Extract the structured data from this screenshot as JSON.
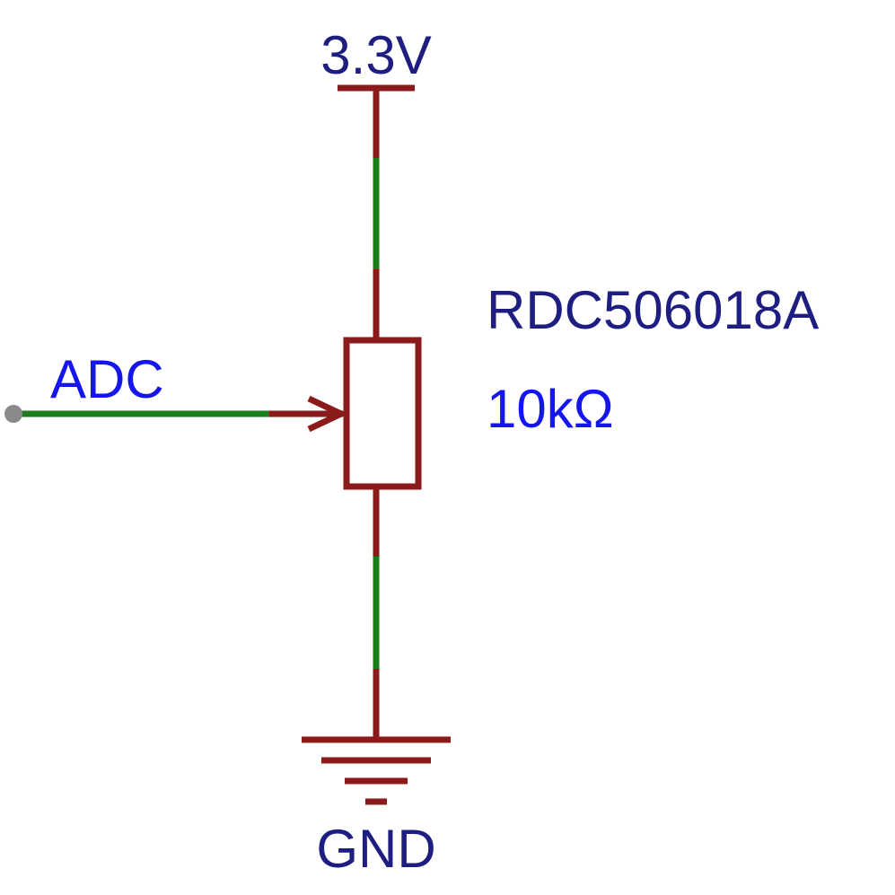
{
  "colors": {
    "component": "#8b1a1a",
    "wire": "#1a7f1a",
    "net_label": "#1e1e82",
    "value_label": "#1515ee",
    "junction": "#8a8a8a",
    "background": "#ffffff"
  },
  "power": {
    "label": "3.3V",
    "icon": "power-bar-symbol"
  },
  "ground": {
    "label": "GND",
    "icon": "ground-symbol"
  },
  "component": {
    "designator": "RDC506018A",
    "value": "10kΩ",
    "icon": "potentiometer-symbol"
  },
  "net": {
    "label": "ADC",
    "icon": "junction-dot"
  }
}
